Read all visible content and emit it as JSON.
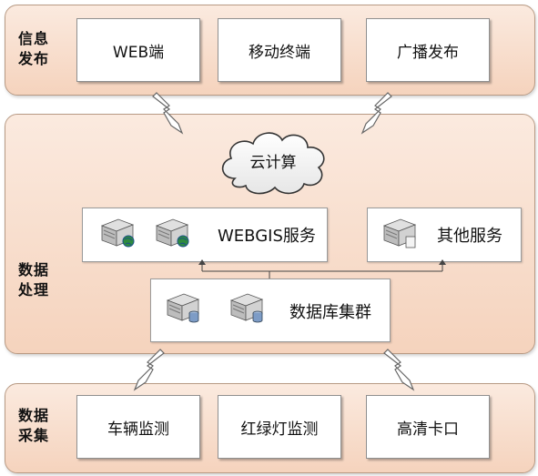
{
  "publish": {
    "label_line1": "信息",
    "label_line2": "发布",
    "items": [
      "WEB端",
      "移动终端",
      "广播发布"
    ]
  },
  "process": {
    "label_line1": "数据",
    "label_line2": "处理",
    "cloud_label": "云计算",
    "webgis_label": "WEBGIS服务",
    "other_label": "其他服务",
    "cluster_label": "数据库集群"
  },
  "collect": {
    "label_line1": "数据",
    "label_line2": "采集",
    "items": [
      "车辆监测",
      "红绿灯监测",
      "高清卡口"
    ]
  },
  "colors": {
    "layer_fill": "#f5d3bd",
    "layer_border": "#b89a84",
    "box_border": "#8f8f8f"
  }
}
